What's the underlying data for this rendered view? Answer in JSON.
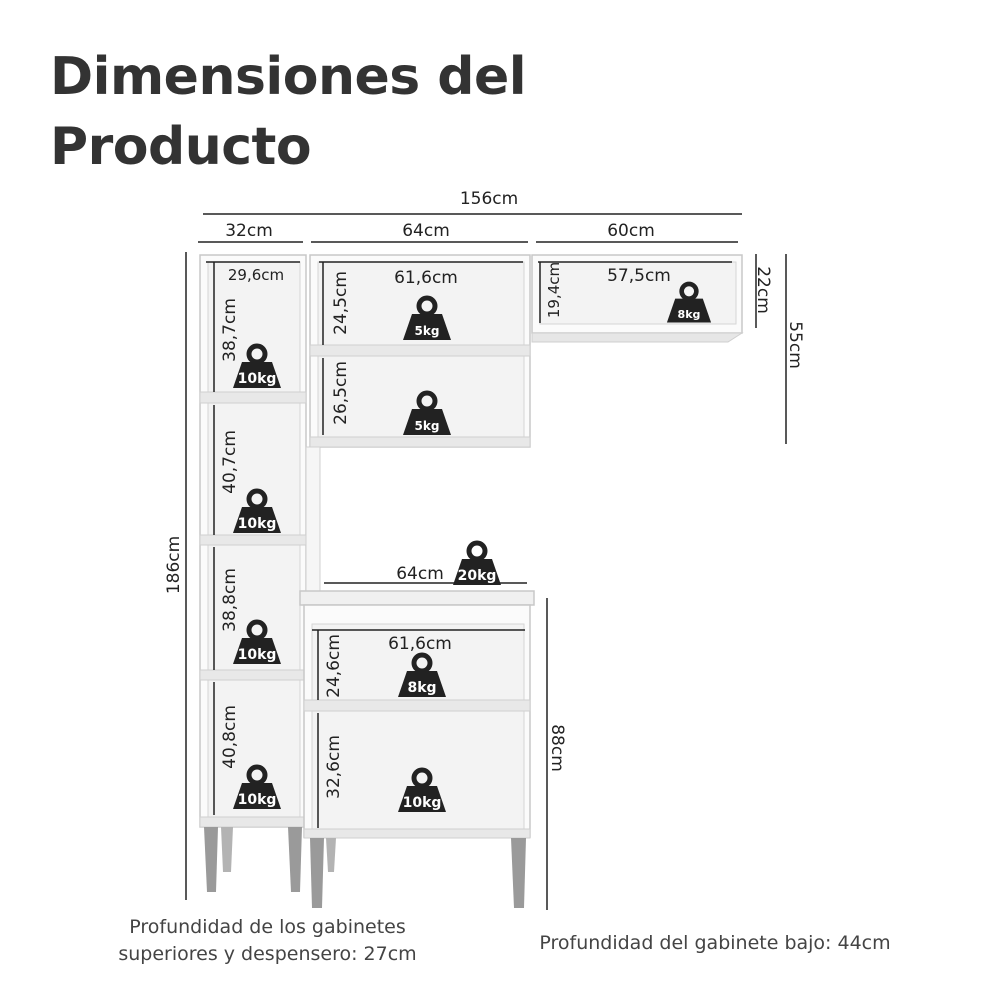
{
  "title": {
    "line1": "Dimensiones del",
    "line2": "Producto"
  },
  "dimensions": {
    "total_width": "156cm",
    "pantry_width": "32cm",
    "upper_cabinet_width": "64cm",
    "corner_cabinet_width": "60cm",
    "pantry_inner_width": "29,6cm",
    "upper_inner_width": "61,6cm",
    "corner_inner_width": "57,5cm",
    "corner_height": "22cm",
    "upper_height": "55cm",
    "total_height": "186cm",
    "corner_inner_height": "19,4cm",
    "upper_shelf_top": "24,5cm",
    "upper_shelf_bottom": "26,5cm",
    "pantry_shelf_1": "38,7cm",
    "pantry_shelf_2": "40,7cm",
    "pantry_shelf_3": "38,8cm",
    "pantry_shelf_4": "40,8cm",
    "base_top_width": "64cm",
    "base_inner_width": "61,6cm",
    "base_shelf_top": "24,6cm",
    "base_shelf_bottom": "32,6cm",
    "base_height": "88cm"
  },
  "weights": {
    "upper_top": "5kg",
    "upper_bottom": "5kg",
    "corner": "8kg",
    "pantry_1": "10kg",
    "pantry_2": "10kg",
    "pantry_3": "10kg",
    "pantry_4": "10kg",
    "countertop": "20kg",
    "base_top": "8kg",
    "base_bottom": "10kg"
  },
  "notes": {
    "upper_depth_line1": "Profundidad de los gabinetes",
    "upper_depth_line2": "superiores y despensero: 27cm",
    "base_depth": "Profundidad del gabinete bajo: 44cm"
  }
}
